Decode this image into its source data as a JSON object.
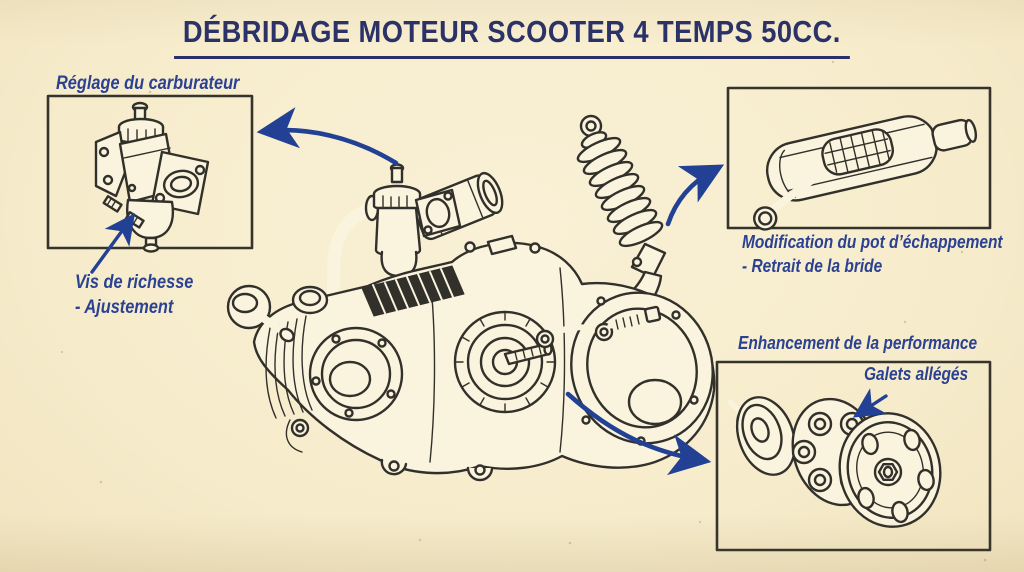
{
  "page": {
    "background_color": "#f7edcd",
    "ink_color": "#32302a",
    "title_color": "#2a3168",
    "label_color": "#2b4191",
    "arrow_color": "#224094"
  },
  "header": {
    "title": "DÉBRIDAGE MOTEUR SCOOTER 4 TEMPS 50CC."
  },
  "callouts": {
    "carburetor": {
      "box_title": "Réglage du carburateur",
      "note": {
        "line1": "Vis de richesse",
        "line2": "- Ajustement"
      }
    },
    "exhaust": {
      "note": {
        "line1": "Modification du pot d’échappement",
        "line2": "- Retrait de la bride"
      }
    },
    "performance": {
      "box_title": "Enhancement de la performance",
      "roller_label": "Galets allégés"
    }
  },
  "illustrations": {
    "center": "scooter-engine",
    "top_left": "carburetor",
    "top_right": "exhaust-muffler",
    "bottom_right": "variator-pulleys"
  }
}
